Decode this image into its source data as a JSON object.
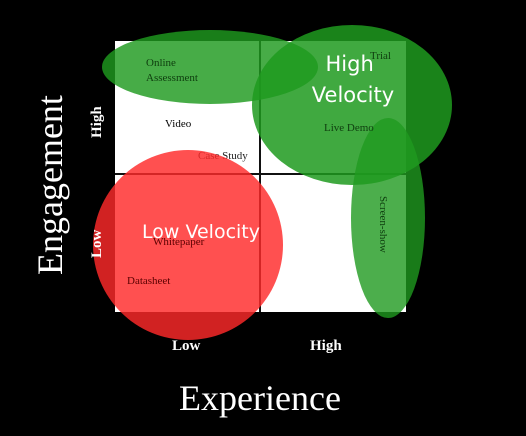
{
  "axes": {
    "y_title": "Engagement",
    "x_title": "Experience",
    "y_high": "High",
    "y_low": "Low",
    "x_low": "Low",
    "x_high": "High"
  },
  "zones": {
    "high_velocity": [
      "High",
      "Velocity"
    ],
    "low_velocity": "Low Velocity"
  },
  "items": {
    "online_assessment": [
      "Online",
      "Assessment"
    ],
    "trial": "Trial",
    "video": "Video",
    "live_demo": "Live Demo",
    "case_study": "Case Study",
    "screen_show": "Screen-show",
    "whitepaper": "Whitepaper",
    "datasheet": "Datasheet"
  },
  "colors": {
    "background": "#000000",
    "quadrant": "#ffffff",
    "divider": "#111111",
    "green": "#1f9a1f",
    "red": "#ff2a2a",
    "label_white": "#ffffff",
    "item_dark_green": "#0e3d0e",
    "item_dark_red": "#5a0000"
  }
}
